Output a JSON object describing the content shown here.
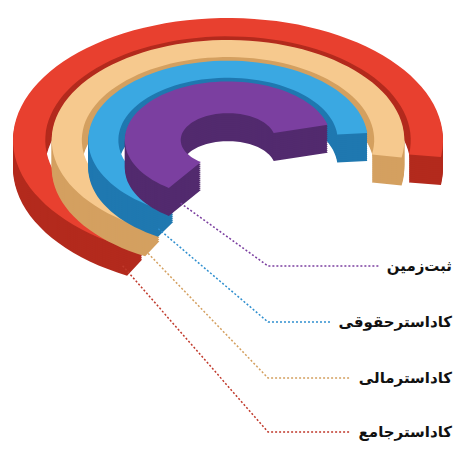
{
  "diagram": {
    "labels": [
      "ثبت‌زمین",
      "کاداسترحقوقی",
      "کاداسترمالی",
      "کاداسترجامع"
    ]
  }
}
